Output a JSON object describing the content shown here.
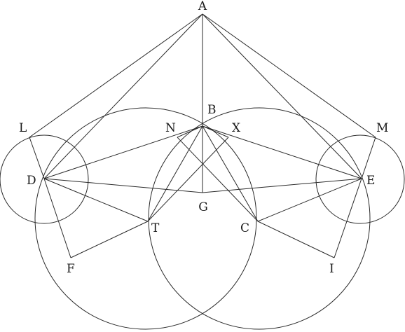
{
  "figure": {
    "points": [
      {
        "id": "A",
        "label": "A"
      },
      {
        "id": "B",
        "label": "B"
      },
      {
        "id": "G",
        "label": "G"
      },
      {
        "id": "D",
        "label": "D"
      },
      {
        "id": "E",
        "label": "E"
      },
      {
        "id": "T",
        "label": "T"
      },
      {
        "id": "C",
        "label": "C"
      },
      {
        "id": "F",
        "label": "F"
      },
      {
        "id": "I",
        "label": "I"
      },
      {
        "id": "L",
        "label": "L"
      },
      {
        "id": "M",
        "label": "M"
      },
      {
        "id": "N",
        "label": "N"
      },
      {
        "id": "X",
        "label": "X"
      }
    ],
    "circles": [
      {
        "id": "circle-left-large"
      },
      {
        "id": "circle-right-large"
      },
      {
        "id": "circle-D-small"
      },
      {
        "id": "circle-E-small"
      }
    ],
    "segments": [
      [
        "A",
        "L"
      ],
      [
        "A",
        "M"
      ],
      [
        "A",
        "D"
      ],
      [
        "A",
        "E"
      ],
      [
        "A",
        "G"
      ],
      [
        "B",
        "D"
      ],
      [
        "B",
        "E"
      ],
      [
        "B",
        "T"
      ],
      [
        "B",
        "C"
      ],
      [
        "B",
        "N"
      ],
      [
        "B",
        "X"
      ],
      [
        "N",
        "C"
      ],
      [
        "X",
        "T"
      ],
      [
        "G",
        "D"
      ],
      [
        "G",
        "E"
      ],
      [
        "D",
        "F"
      ],
      [
        "F",
        "T"
      ],
      [
        "E",
        "I"
      ],
      [
        "I",
        "C"
      ],
      [
        "L",
        "D"
      ],
      [
        "M",
        "E"
      ],
      [
        "D",
        "T"
      ],
      [
        "E",
        "C"
      ]
    ]
  }
}
